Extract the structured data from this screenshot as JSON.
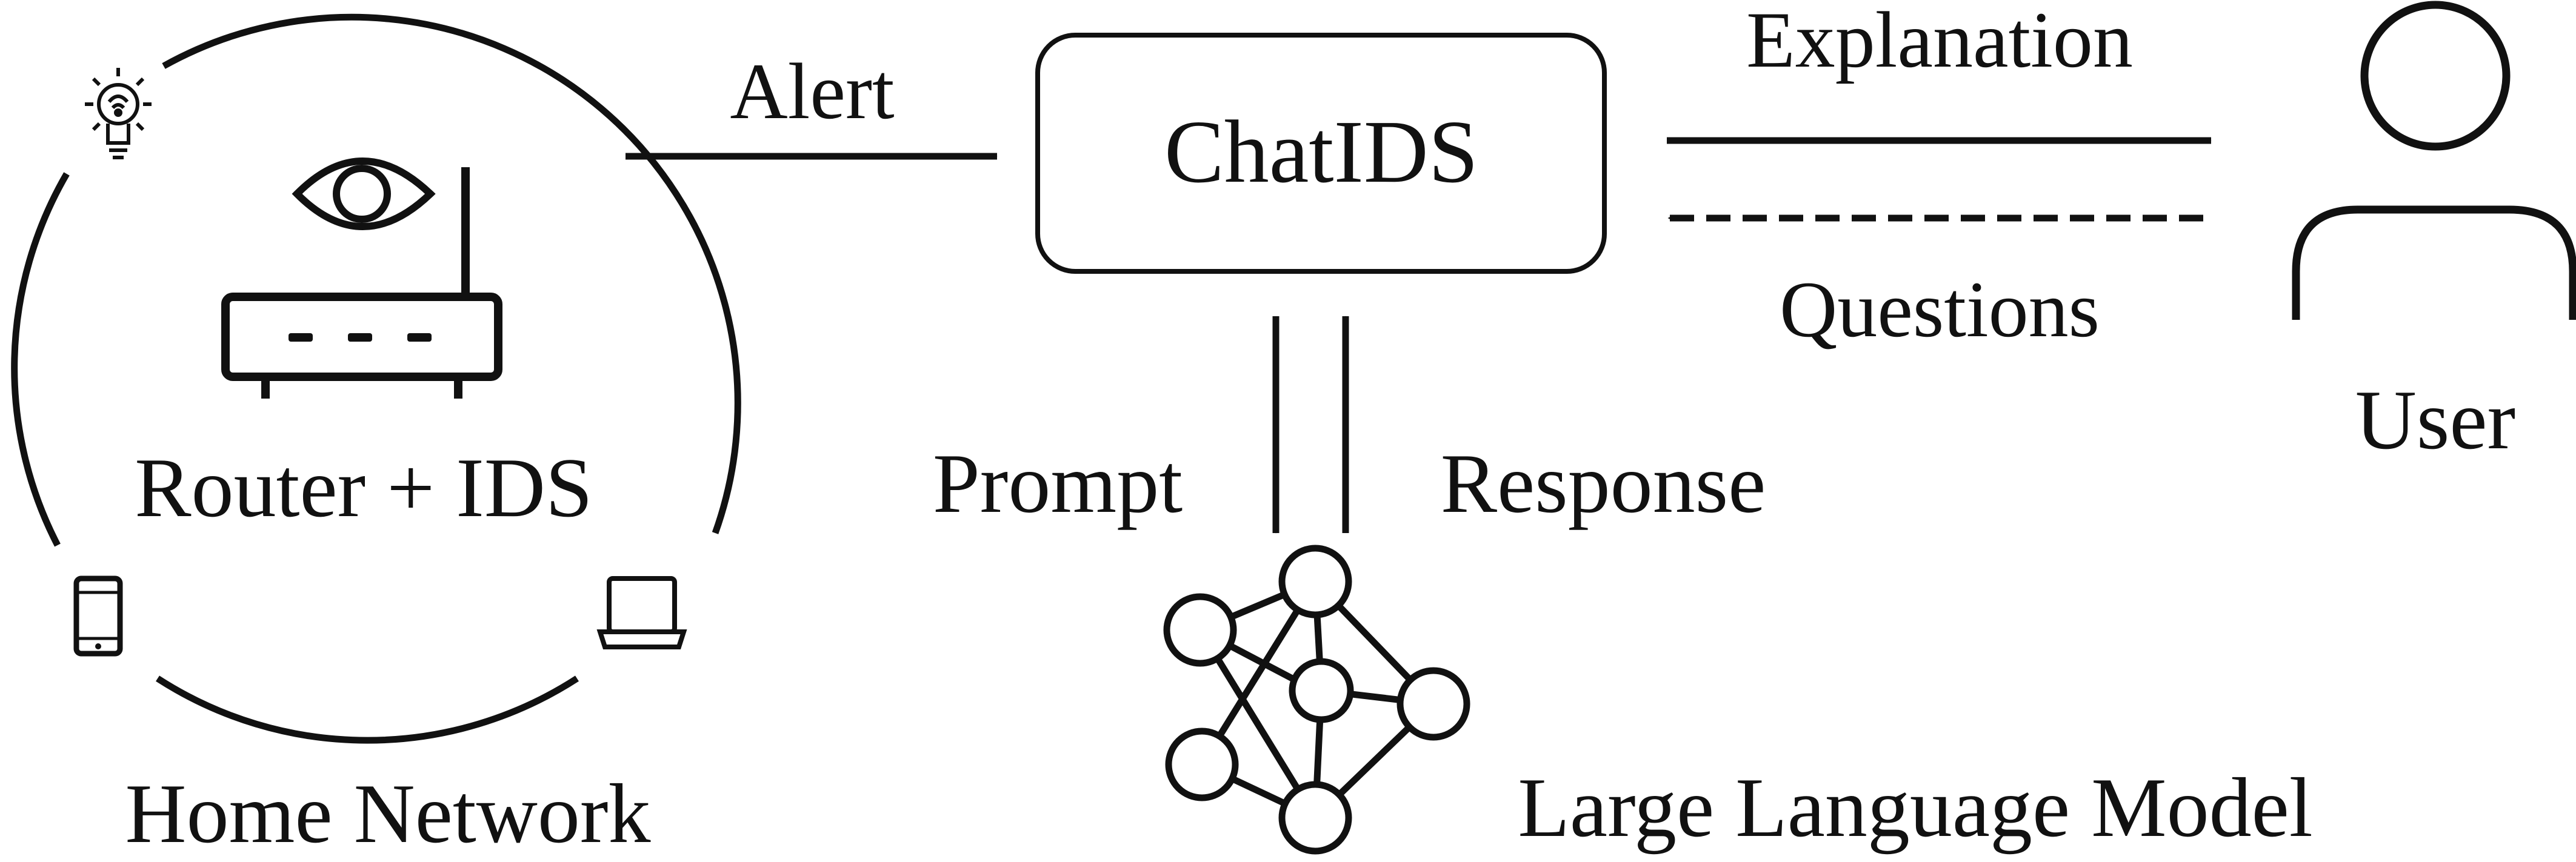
{
  "labels": {
    "router": "Router + IDS",
    "home_network": "Home Network",
    "alert": "Alert",
    "chatids": "ChatIDS",
    "explanation": "Explanation",
    "questions": "Questions",
    "user": "User",
    "prompt": "Prompt",
    "response": "Response",
    "llm": "Large Language Model"
  },
  "icons": {
    "bulb": "smart-bulb-icon",
    "eye": "eye-icon",
    "router": "router-icon",
    "phone": "smartphone-icon",
    "laptop": "laptop-icon",
    "user": "user-icon",
    "network": "neural-network-icon"
  },
  "colors": {
    "ink": "#111111",
    "background": "#ffffff"
  }
}
